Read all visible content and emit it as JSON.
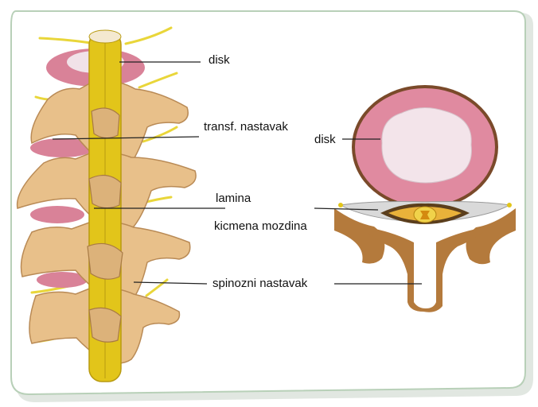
{
  "labels": {
    "disk_left": "disk",
    "transf_nastavak": "transf. nastavak",
    "lamina": "lamina",
    "kicmena_mozdina": "kicmena mozdina",
    "spinozni_nastavak": "spinozni nastavak",
    "disk_right": "disk"
  },
  "colors": {
    "frame_border": "#b8d0b8",
    "frame_fill": "#ffffff",
    "bone": "#e8c08a",
    "bone_shadow": "#b98a55",
    "disk_outer": "#e08aa0",
    "disk_inner": "#f3e4ea",
    "spinal_cord": "#e2c51a",
    "nerve": "#e9d63a",
    "pedicle": "#b47a3c",
    "leader_line": "#222222"
  }
}
